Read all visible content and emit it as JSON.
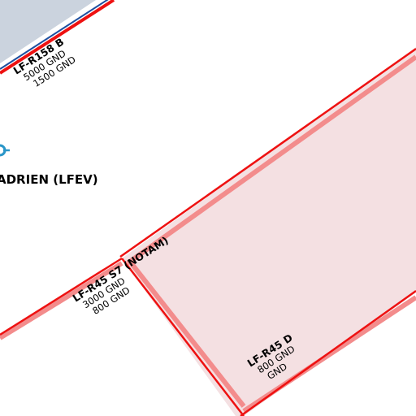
{
  "colors": {
    "background": "#ffffff",
    "restricted_fill": "#f4e0e2",
    "restricted_border": "#ee1111",
    "restricted_border_light": "#f38c8c",
    "zone_b_fill": "#cbd3de",
    "zone_b_edge": "#1e4fa0",
    "airport_symbol": "#2a96c8"
  },
  "zones": {
    "r158b": {
      "name": "LF-R158 B",
      "upper": "5000 GND",
      "lower": "1500 GND"
    },
    "r45s7": {
      "name": "LF-R45 S7 (NOTAM)",
      "upper": "3000 GND",
      "lower": "800 GND"
    },
    "r45d": {
      "name": "LF-R45 D",
      "upper": "800 GND",
      "lower": "GND"
    }
  },
  "airport": {
    "name": "ADRIEN (LFEV)",
    "icon": "airport-icon"
  }
}
